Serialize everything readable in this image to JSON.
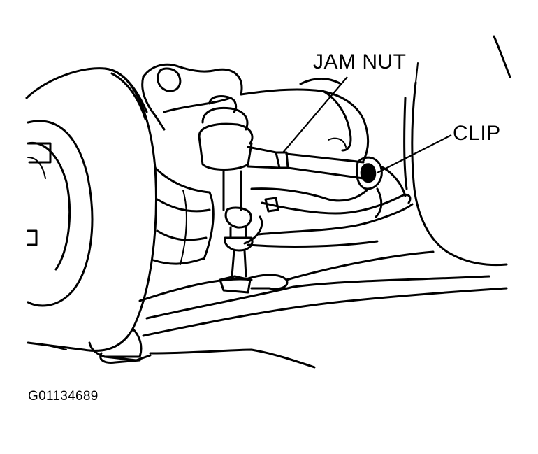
{
  "labels": {
    "jam_nut": "JAM NUT",
    "clip": "CLIP"
  },
  "figure_id": "G01134689",
  "colors": {
    "ink": "#000000",
    "paper": "#ffffff"
  }
}
